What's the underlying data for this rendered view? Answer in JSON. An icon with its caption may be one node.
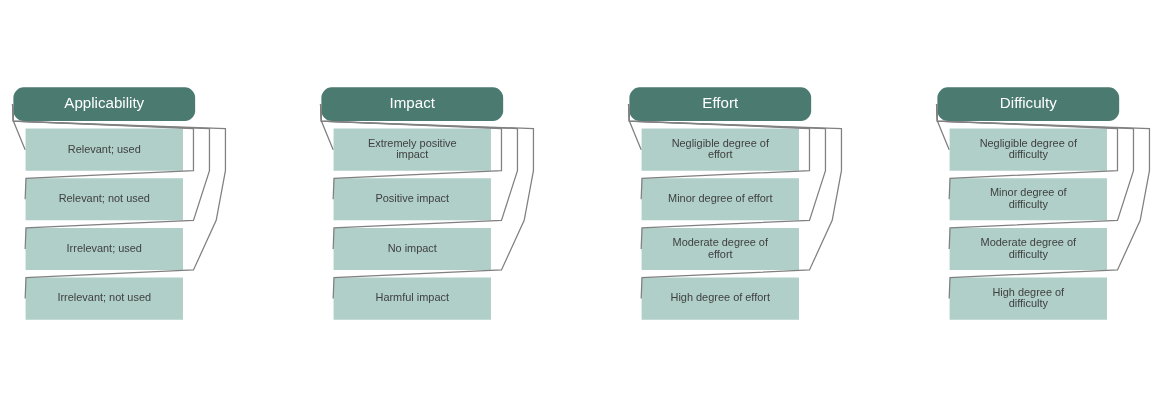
{
  "diagram": {
    "nodes": [
      {
        "text": [
          "Applicability"
        ]
      },
      {
        "text": [
          "Relevant; used"
        ]
      },
      {
        "text": [
          "Relevant; not used"
        ]
      },
      {
        "text": [
          "Irrelevant; used"
        ]
      },
      {
        "text": [
          "Irrelevant; not used"
        ]
      },
      {
        "text": [
          "Impact"
        ]
      },
      {
        "text": [
          "Extremely positive impact"
        ]
      },
      {
        "text": [
          "Positive impact"
        ]
      },
      {
        "text": [
          "No impact"
        ]
      },
      {
        "text": [
          "Harmful impact"
        ]
      },
      {
        "text": [
          "Effort"
        ]
      },
      {
        "text": [
          "Negligible degree of effort"
        ]
      },
      {
        "text": [
          "Minor degree of effort"
        ]
      },
      {
        "text": [
          "Moderate degree of effort"
        ]
      },
      {
        "text": [
          "High degree of effort"
        ]
      },
      {
        "text": [
          "Difficulty"
        ]
      },
      {
        "text": [
          "Negligible degree of difficulty"
        ]
      },
      {
        "text": [
          "Minor degree of difficulty"
        ]
      },
      {
        "text": [
          "Moderate degree of difficulty"
        ]
      },
      {
        "text": [
          "High degree of difficulty"
        ]
      }
    ],
    "edges": [
      {
        "from": 0,
        "to": 1,
        "arrow": "none"
      },
      {
        "from": 0,
        "to": 2,
        "arrow": "none"
      },
      {
        "from": 0,
        "to": 3,
        "arrow": "none"
      },
      {
        "from": 0,
        "to": 4,
        "arrow": "none"
      },
      {
        "from": 5,
        "to": 6,
        "arrow": "none"
      },
      {
        "from": 5,
        "to": 7,
        "arrow": "none"
      },
      {
        "from": 5,
        "to": 8,
        "arrow": "none"
      },
      {
        "from": 5,
        "to": 9,
        "arrow": "none"
      },
      {
        "from": 10,
        "to": 11,
        "arrow": "none"
      },
      {
        "from": 10,
        "to": 12,
        "arrow": "none"
      },
      {
        "from": 10,
        "to": 13,
        "arrow": "none"
      },
      {
        "from": 10,
        "to": 14,
        "arrow": "none"
      },
      {
        "from": 15,
        "to": 16,
        "arrow": "none"
      },
      {
        "from": 15,
        "to": 17,
        "arrow": "none"
      },
      {
        "from": 15,
        "to": 18,
        "arrow": "none"
      },
      {
        "from": 15,
        "to": 19,
        "arrow": "none"
      }
    ]
  }
}
